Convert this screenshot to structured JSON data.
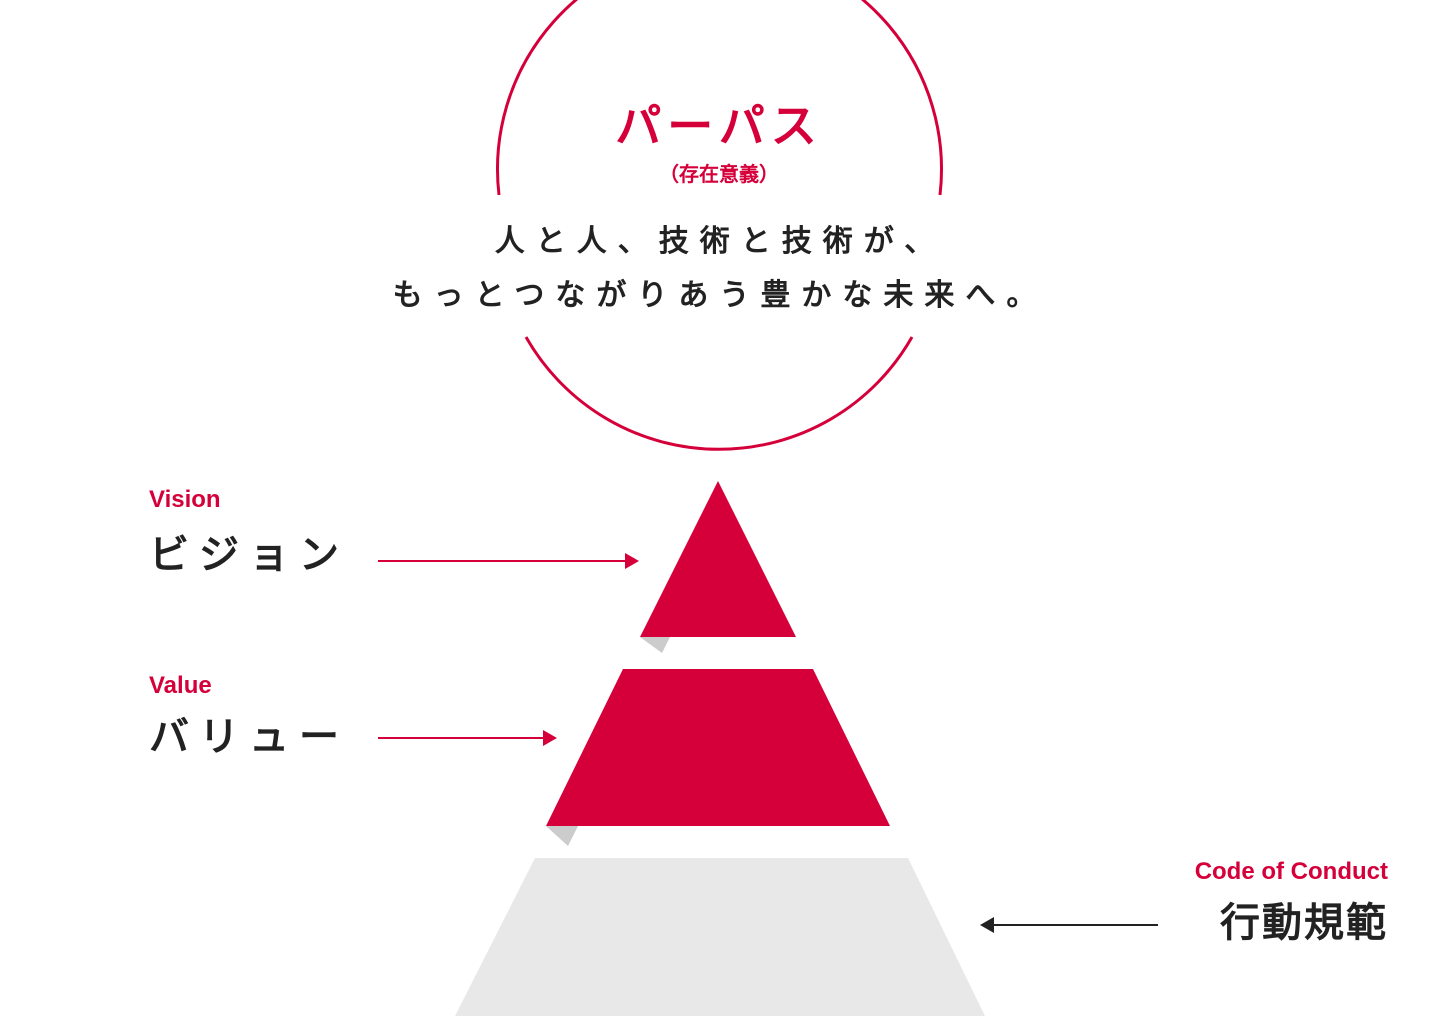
{
  "colors": {
    "accent": "#d5003a",
    "text": "#222222",
    "base_tier": "#e8e8e8",
    "fold_shadow": "#cccccc"
  },
  "purpose": {
    "title": "パーパス",
    "subtitle": "（存在意義）",
    "statement_line1": "人と人、技術と技術が、",
    "statement_line2": "もっとつながりあう豊かな未来へ。"
  },
  "vision": {
    "en_label": "Vision",
    "jp_label": "ビジョン",
    "arrow_direction": "right"
  },
  "value": {
    "en_label": "Value",
    "jp_label": "バリュー",
    "arrow_direction": "right"
  },
  "code_of_conduct": {
    "en_label": "Code of Conduct",
    "jp_label": "行動規範",
    "arrow_direction": "left"
  }
}
